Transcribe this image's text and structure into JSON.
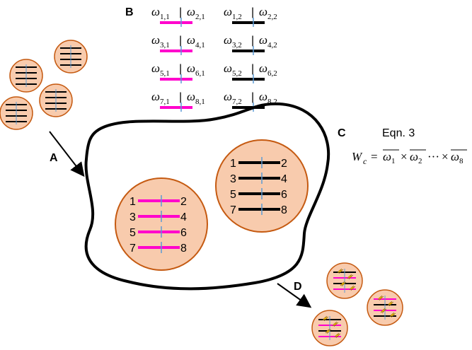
{
  "labels": {
    "a": "A",
    "b": "B",
    "c": "C",
    "d": "D"
  },
  "equation": {
    "title": "Eqn. 3",
    "lhs_var": "W",
    "lhs_sub": "c",
    "equals": "=",
    "w1": "ω",
    "w1_sub": "1",
    "times": "×",
    "w2": "ω",
    "w2_sub": "2",
    "ellipsis": "···",
    "w8": "ω",
    "w8_sub": "8"
  },
  "panel_b": {
    "rows": [
      {
        "left": {
          "a": "ω",
          "as": "1,1",
          "b": "ω",
          "bs": "2,1"
        },
        "right": {
          "a": "ω",
          "as": "1,2",
          "b": "ω",
          "bs": "2,2"
        }
      },
      {
        "left": {
          "a": "ω",
          "as": "3,1",
          "b": "ω",
          "bs": "4,1"
        },
        "right": {
          "a": "ω",
          "as": "3,2",
          "b": "ω",
          "bs": "4,2"
        }
      },
      {
        "left": {
          "a": "ω",
          "as": "5,1",
          "b": "ω",
          "bs": "6,1"
        },
        "right": {
          "a": "ω",
          "as": "5,2",
          "b": "ω",
          "bs": "6,2"
        }
      },
      {
        "left": {
          "a": "ω",
          "as": "7,1",
          "b": "ω",
          "bs": "8,1"
        },
        "right": {
          "a": "ω",
          "as": "7,2",
          "b": "ω",
          "bs": "8,2"
        }
      }
    ],
    "separator": "|"
  },
  "cell_pink": {
    "row_numbers": [
      {
        "left": "1",
        "right": "2"
      },
      {
        "left": "3",
        "right": "4"
      },
      {
        "left": "5",
        "right": "6"
      },
      {
        "left": "7",
        "right": "8"
      }
    ]
  },
  "cell_black": {
    "row_numbers": [
      {
        "left": "1",
        "right": "2"
      },
      {
        "left": "3",
        "right": "4"
      },
      {
        "left": "5",
        "right": "6"
      },
      {
        "left": "7",
        "right": "8"
      }
    ]
  },
  "colors": {
    "cell_fill": "#F8CBAD",
    "cell_stroke": "#C55A11",
    "pink": "#FF00CC",
    "black": "#000000",
    "blue": "#5B9BD5",
    "spark": "#FFC000"
  },
  "icons": {
    "spark": "lightning-spark-icon",
    "arrow": "arrow-icon"
  }
}
